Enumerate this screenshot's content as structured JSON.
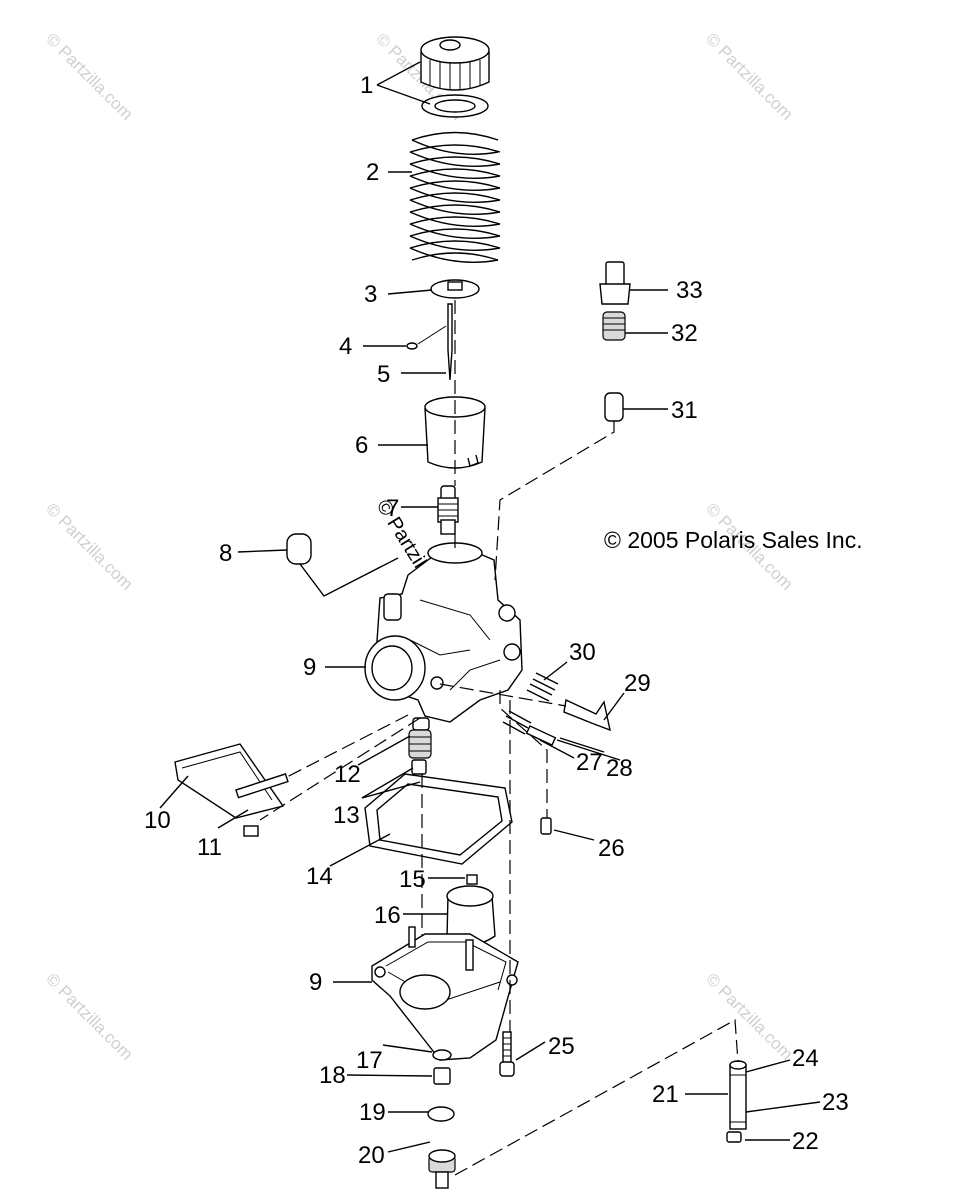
{
  "copyright": "© 2005 Polaris Sales Inc.",
  "watermark": "© Partzilla.com",
  "callouts": [
    "1",
    "2",
    "3",
    "4",
    "5",
    "6",
    "7",
    "8",
    "9",
    "9",
    "10",
    "11",
    "12",
    "13",
    "14",
    "15",
    "16",
    "17",
    "18",
    "19",
    "20",
    "21",
    "22",
    "23",
    "24",
    "25",
    "26",
    "27",
    "28",
    "29",
    "30",
    "31",
    "32",
    "33"
  ]
}
